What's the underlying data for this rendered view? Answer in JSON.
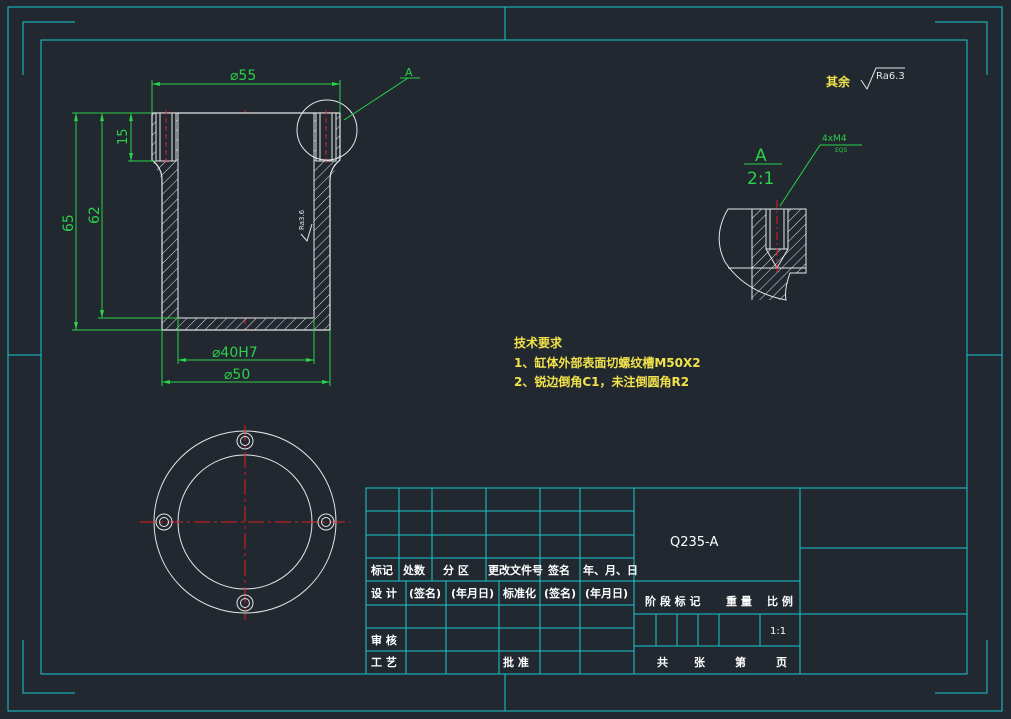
{
  "drawing": {
    "dimensions": {
      "d55": "⌀55",
      "d15": "15",
      "d65": "65",
      "d62": "62",
      "d40h7": "⌀40H7",
      "d50": "⌀50",
      "ra_side": "Ra3.6"
    },
    "detail_marker": "A",
    "detail_view": {
      "label": "A",
      "scale": "2:1",
      "thread": "4xM4",
      "thread_sub": "EQS"
    },
    "surface_note": {
      "label": "其余",
      "ra": "Ra6.3"
    },
    "requirements": {
      "title": "技术要求",
      "line1": "1、缸体外部表面切螺纹槽M50X2",
      "line2": "2、锐边倒角C1，未注倒圆角R2"
    }
  },
  "title_block": {
    "material": "Q235-A",
    "row_labels": {
      "mark": "标记",
      "count": "处数",
      "zone": "分 区",
      "change_doc": "更改文件号",
      "sign": "签名",
      "date": "年、月、日"
    },
    "design_row": {
      "design": "设 计",
      "sign1": "(签名)",
      "date1": "(年月日)",
      "standard": "标准化",
      "sign2": "(签名)",
      "date2": "(年月日)"
    },
    "stage_row": {
      "stage": "阶 段 标 记",
      "weight": "重 量",
      "scale": "比 例"
    },
    "scale_value": "1:1",
    "review": "审 核",
    "process": "工 艺",
    "approve": "批 准",
    "sheets": {
      "total": "共",
      "sheet": "张",
      "page_no": "第",
      "page": "页"
    }
  }
}
